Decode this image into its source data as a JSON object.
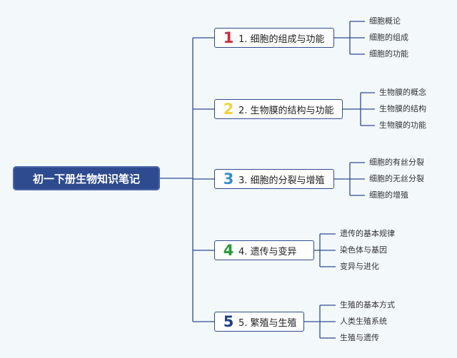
{
  "root": {
    "title": "初一下册生物知识笔记"
  },
  "colors": {
    "line": "#2e4b8f",
    "root_bg": "#2e4b8f"
  },
  "branches": [
    {
      "num": "1",
      "num_color": "#d0283a",
      "label": "1. 细胞的组成与功能",
      "items": [
        "细胞概论",
        "细胞的组成",
        "细胞的功能"
      ]
    },
    {
      "num": "2",
      "num_color": "#f2d13c",
      "label": "2. 生物膜的结构与功能",
      "items": [
        "生物膜的概念",
        "生物膜的结构",
        "生物膜的功能"
      ]
    },
    {
      "num": "3",
      "num_color": "#2f8fd0",
      "label": "3. 细胞的分裂与增殖",
      "items": [
        "细胞的有丝分裂",
        "细胞的无丝分裂",
        "细胞的增殖"
      ]
    },
    {
      "num": "4",
      "num_color": "#2a9a3a",
      "label": "4. 遗传与变异",
      "items": [
        "遗传的基本规律",
        "染色体与基因",
        "变异与进化"
      ]
    },
    {
      "num": "5",
      "num_color": "#1f3f8f",
      "label": "5. 繁殖与生殖",
      "items": [
        "生殖的基本方式",
        "人类生殖系统",
        "生殖与遗传"
      ]
    }
  ]
}
